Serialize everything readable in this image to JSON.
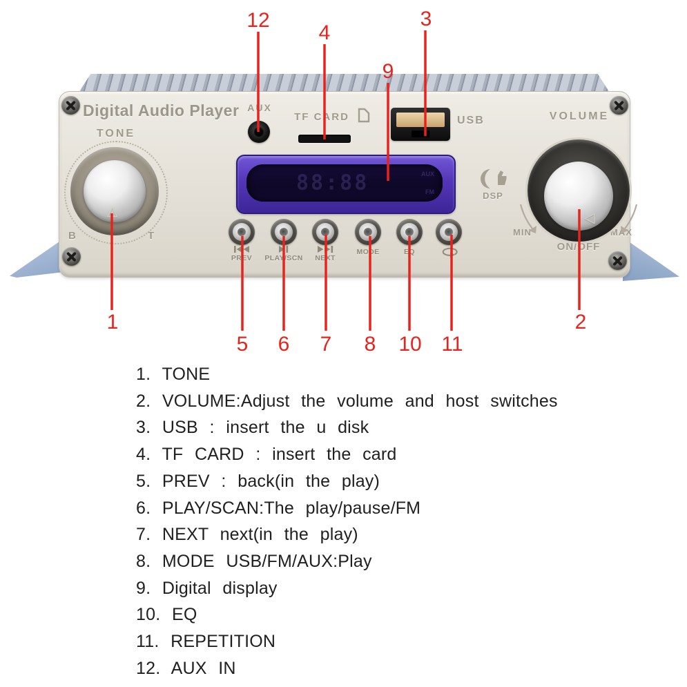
{
  "colors": {
    "callout_red": "#e8231d",
    "display_bezel_purple": "#5335b8",
    "display_screen": "#0e0726",
    "panel_beige": "#e6e2da",
    "flange_blue": "#9fb4d2"
  },
  "device": {
    "title": "Digital Audio Player",
    "labels": {
      "tone": "TONE",
      "bass": "B",
      "treble": "T",
      "aux": "AUX",
      "tf_card": "TF CARD",
      "usb": "USB",
      "volume": "VOLUME",
      "min": "MIN",
      "max": "MAX",
      "on_off": "ON/OFF",
      "dsp": "DSP"
    },
    "display": {
      "digits": "88:88",
      "indicator_top": "AUX",
      "indicator_bottom": "FM"
    },
    "buttons": {
      "prev": "PREV",
      "play_scn": "PLAY/SCN",
      "next": "NEXT",
      "mode": "MODE",
      "eq": "EQ"
    }
  },
  "callouts": {
    "n1": "1",
    "n2": "2",
    "n3": "3",
    "n4": "4",
    "n5": "5",
    "n6": "6",
    "n7": "7",
    "n8": "8",
    "n9": "9",
    "n10": "10",
    "n11": "11",
    "n12": "12"
  },
  "legend": {
    "items": [
      "1. TONE",
      "2. VOLUME:Adjust the volume and host switches",
      "3. USB : insert the u disk",
      "4. TF CARD : insert the card",
      "5. PREV : back(in the play)",
      "6. PLAY/SCAN:The play/pause/FM",
      "7. NEXT next(in the play)",
      "8. MODE USB/FM/AUX:Play",
      "9. Digital display",
      "10. EQ",
      "11. REPETITION",
      "12. AUX IN"
    ]
  }
}
